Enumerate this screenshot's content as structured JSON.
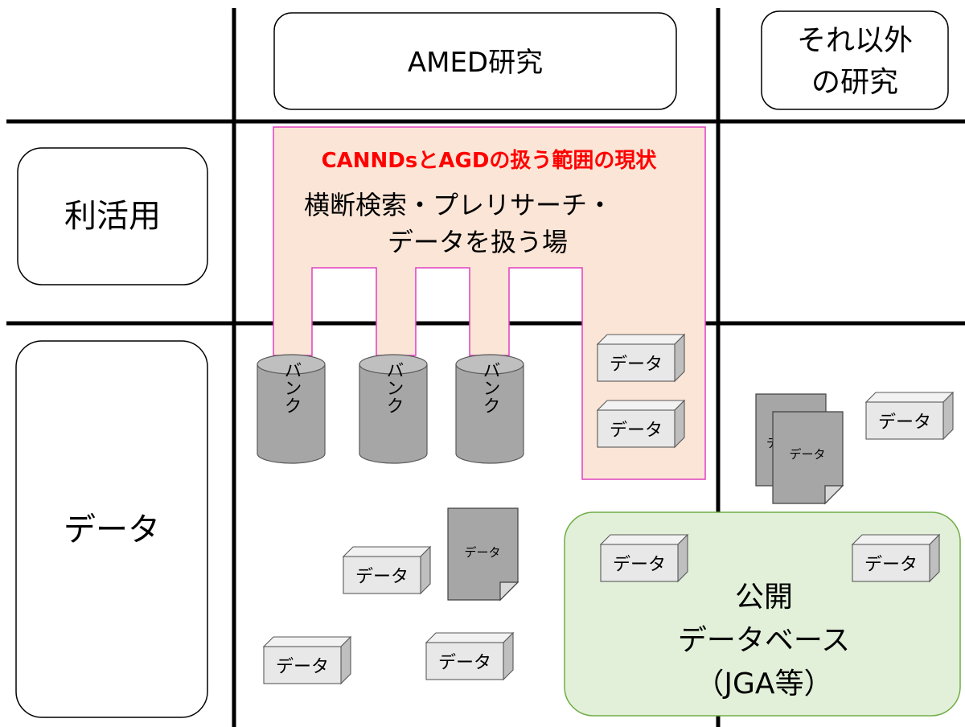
{
  "columns": {
    "amed": "AMED研究",
    "other_line1": "それ以外",
    "other_line2": "の研究"
  },
  "rows": {
    "utilization": "利活用",
    "data": "データ"
  },
  "scope": {
    "title": "CANNDsとAGDの扱う範囲の現状",
    "desc_line1": "横断検索・プレリサーチ・",
    "desc_line2": "データを扱う場",
    "fill_color": "#fbe5d6",
    "border_color": "#e040c0"
  },
  "bank_label": "バンク",
  "data_label": "データ",
  "public_db": {
    "line1": "公開",
    "line2": "データベース",
    "line3": "（JGA等）",
    "fill_color": "#e2f0d9",
    "border_color": "#70ad47"
  },
  "colors": {
    "grid_line": "#000000",
    "cylinder": "#a6a6a6",
    "data_box": "#e8e8e8",
    "data_doc": "#a6a6a6",
    "title_red": "#ff0000"
  }
}
